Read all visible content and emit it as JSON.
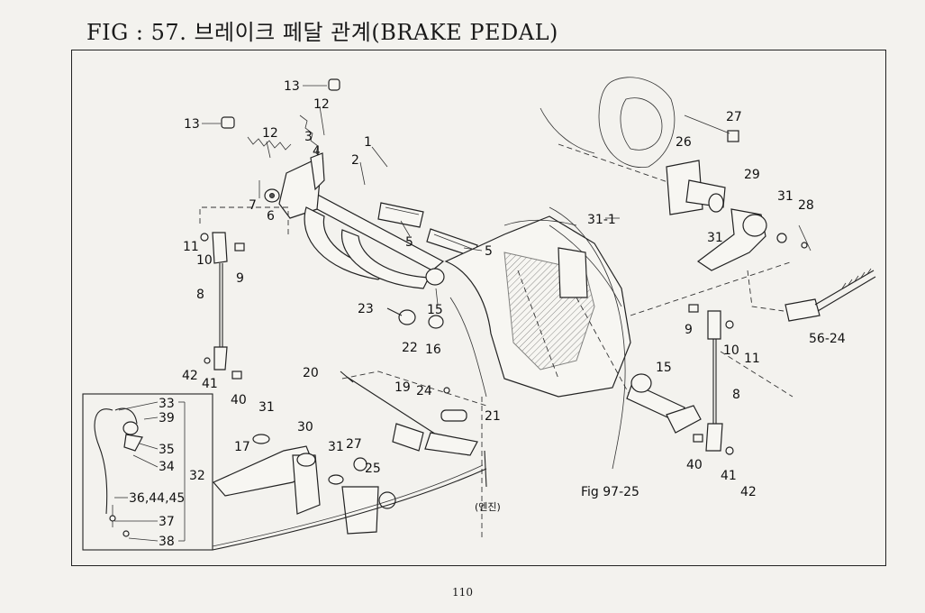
{
  "header": {
    "title": "FIG : 57. 브레이크 페달 관계(BRAKE PEDAL)"
  },
  "footer": {
    "page_number": "110"
  },
  "callouts": {
    "c13a": "13",
    "c12a": "12",
    "c13b": "13",
    "c12b": "12",
    "c3": "3",
    "c1": "1",
    "c2": "2",
    "c4": "4",
    "c7": "7",
    "c6": "6",
    "c5a": "5",
    "c5b": "5",
    "c11a": "11",
    "c10a": "10",
    "c9a": "9",
    "c8a": "8",
    "c23": "23",
    "c15a": "15",
    "c22": "22",
    "c16": "16",
    "c42a": "42",
    "c41a": "41",
    "c40a": "40",
    "c20": "20",
    "c19": "19",
    "c24": "24",
    "c21": "21",
    "c31a": "31",
    "c17": "17",
    "c30": "30",
    "c31b": "31",
    "c27a": "27",
    "c25": "25",
    "c27b": "27",
    "c26": "26",
    "c29": "29",
    "c31c": "31",
    "c28": "28",
    "c31d": "31",
    "c31e": "31-1",
    "c9b": "9",
    "c10b": "10",
    "c11b": "11",
    "c56": "56-24",
    "c15b": "15",
    "c8b": "8",
    "c40b": "40",
    "c41b": "41",
    "c42b": "42",
    "c33": "33",
    "c39": "39",
    "c35": "35",
    "c34": "34",
    "c32": "32",
    "c36": "36,44,45",
    "c37": "37",
    "c38": "38"
  },
  "annotations": {
    "engine_note": "(엔진)",
    "fig_ref": "Fig 97-25"
  }
}
